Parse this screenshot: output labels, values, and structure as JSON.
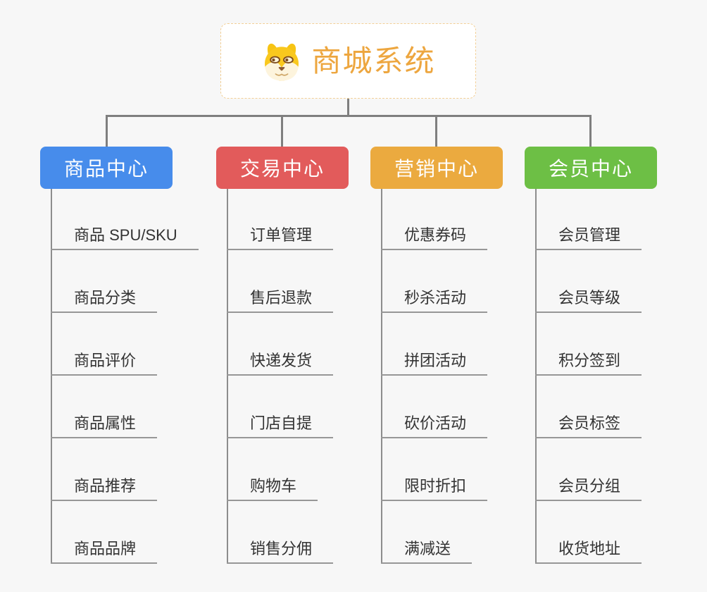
{
  "root": {
    "title": "商城系统",
    "icon": "doge-icon"
  },
  "branches": [
    {
      "id": "product-center",
      "label": "商品中心",
      "color": "#478ceb",
      "children": [
        "商品 SPU/SKU",
        "商品分类",
        "商品评价",
        "商品属性",
        "商品推荐",
        "商品品牌"
      ]
    },
    {
      "id": "trade-center",
      "label": "交易中心",
      "color": "#e25b5b",
      "children": [
        "订单管理",
        "售后退款",
        "快递发货",
        "门店自提",
        "购物车",
        "销售分佣"
      ]
    },
    {
      "id": "marketing-center",
      "label": "营销中心",
      "color": "#ebaa3f",
      "children": [
        "优惠券码",
        "秒杀活动",
        "拼团活动",
        "砍价活动",
        "限时折扣",
        "满减送"
      ]
    },
    {
      "id": "member-center",
      "label": "会员中心",
      "color": "#6dbf45",
      "children": [
        "会员管理",
        "会员等级",
        "积分签到",
        "会员标签",
        "会员分组",
        "收货地址"
      ]
    }
  ],
  "colors": {
    "background": "#f7f7f7",
    "root_border": "#f2cf96",
    "root_title": "#eda63f",
    "connector": "#7f7f7f",
    "leaf_line": "#979797",
    "leaf_text": "#333333"
  }
}
